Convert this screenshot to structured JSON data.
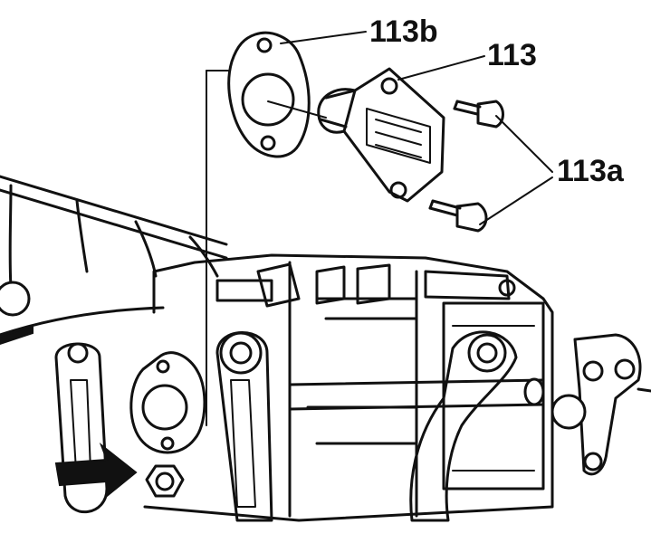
{
  "diagram": {
    "callouts": {
      "gasket": "113b",
      "relay": "113",
      "screws": "113a"
    },
    "colors": {
      "ink": "#111111",
      "paper": "#ffffff"
    }
  }
}
